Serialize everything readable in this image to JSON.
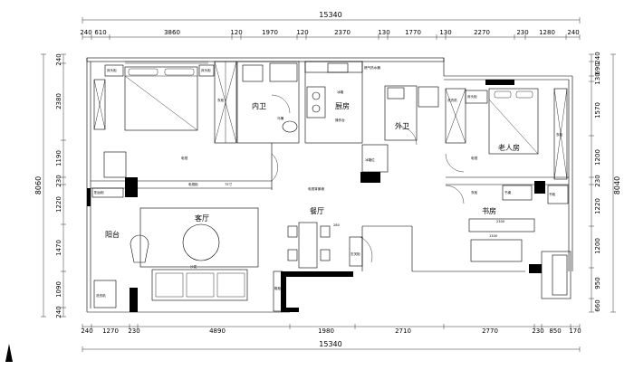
{
  "dims": {
    "top_total": "15340",
    "top": [
      "240",
      "610",
      "3860",
      "120",
      "1970",
      "120",
      "2370",
      "130",
      "1770",
      "130",
      "2270",
      "230",
      "1280",
      "240"
    ],
    "bottom": [
      "240",
      "1270",
      "230",
      "4890",
      "1980",
      "2710",
      "2770",
      "230",
      "850",
      "170"
    ],
    "bottom_total": "15340",
    "left_total": "8060",
    "left": [
      "240",
      "2380",
      "1190",
      "230",
      "1220",
      "1470",
      "1090",
      "240"
    ],
    "right_total": "8040",
    "right": [
      "240",
      "690",
      "130",
      "1570",
      "1200",
      "230",
      "1220",
      "1200",
      "950",
      "660"
    ]
  },
  "rooms": {
    "master": "",
    "inner_bath": "内卫",
    "kitchen": "厨房",
    "outer_bath": "外卫",
    "elder": "老人房",
    "living": "客厅",
    "dining": "餐厅",
    "balcony": "阳台",
    "study": "书房"
  },
  "notes": {
    "n1": "床头柜",
    "n2": "床头柜",
    "n3": "衣柜",
    "n4": "马桶",
    "n5": "冰箱",
    "n6": "操作台",
    "n7": "燃气热水器",
    "n8": "洗衣机",
    "n9": "衣柜",
    "n10": "床头柜",
    "n11": "电视柜",
    "n12": "电视",
    "n13": "电视",
    "n14": "沙发",
    "n15": "书桌",
    "n16": "鞋柜",
    "n17": "阳台柜",
    "n18": "玄关柜",
    "n19": "洗衣机",
    "n20": "冰箱位",
    "n21": "衣柜",
    "n22": "书柜",
    "n23": "电视背景墙",
    "n24": "2300",
    "n25": "1300",
    "n26": "280",
    "n27": "75寸"
  }
}
